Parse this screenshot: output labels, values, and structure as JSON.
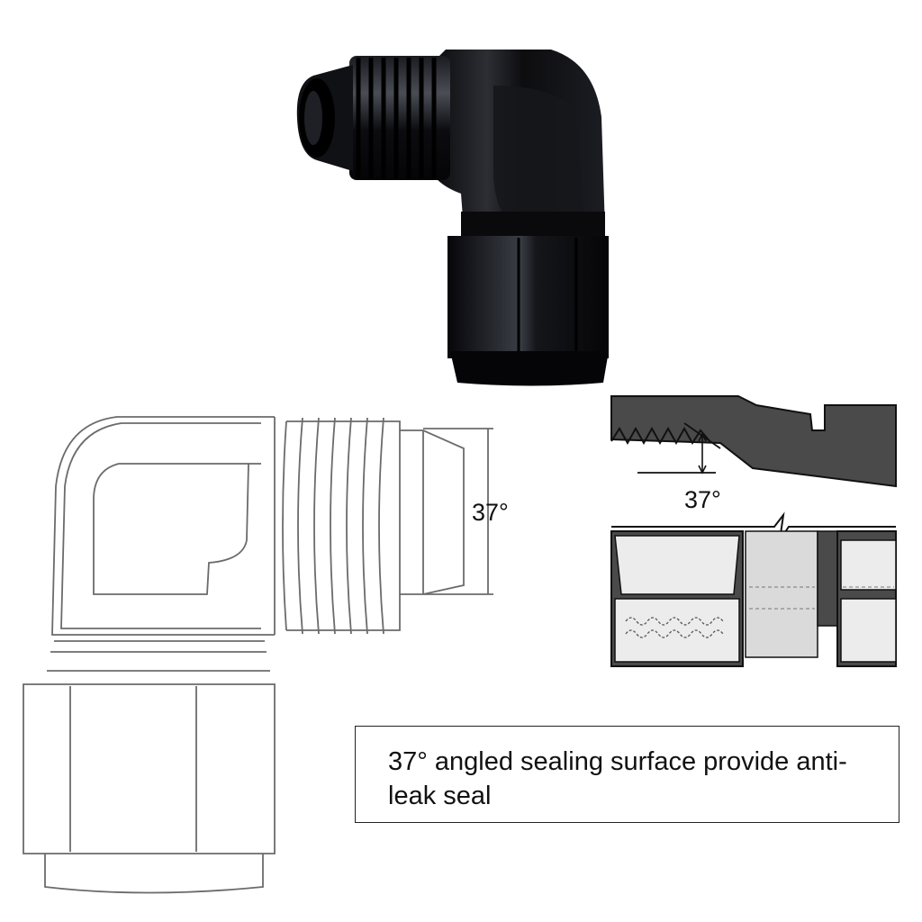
{
  "figure": {
    "line_drawing_angle_label": "37°",
    "cross_section_angle_label": "37°",
    "caption": "37° angled sealing surface provide anti-leak seal",
    "colors": {
      "fitting_body": "#0b0b0d",
      "fitting_highlight": "#4a4d55",
      "line_drawing_stroke": "#6b6b6b",
      "section_dark": "#4a4a4a",
      "section_light": "#ececec"
    }
  }
}
